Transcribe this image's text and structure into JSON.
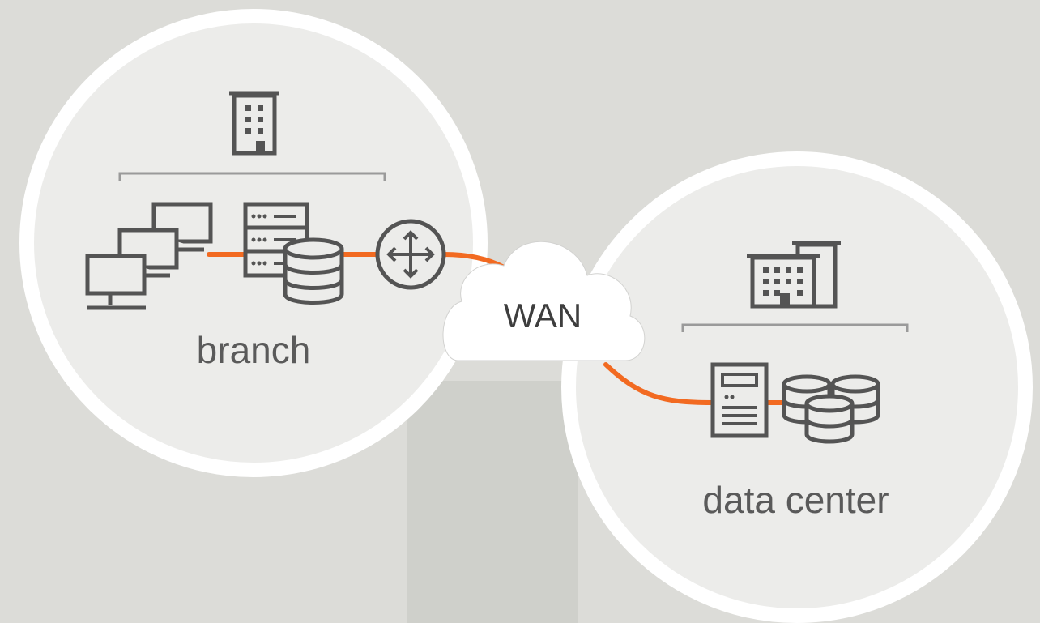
{
  "nodes": {
    "branch": {
      "label": "branch"
    },
    "data_center": {
      "label": "data center"
    },
    "wan": {
      "label": "WAN"
    }
  },
  "edges": [
    {
      "from": "branch-workstations",
      "to": "branch-servers"
    },
    {
      "from": "branch-servers",
      "to": "branch-router"
    },
    {
      "from": "branch-router",
      "to": "wan"
    },
    {
      "from": "wan",
      "to": "datacenter-server"
    },
    {
      "from": "datacenter-server",
      "to": "datacenter-storage"
    }
  ],
  "colors": {
    "background": "#dcdcd8",
    "circle_fill": "#ececea",
    "circle_border": "#ffffff",
    "icon": "#545454",
    "link": "#f26a21",
    "bracket": "#9a9a9a"
  }
}
